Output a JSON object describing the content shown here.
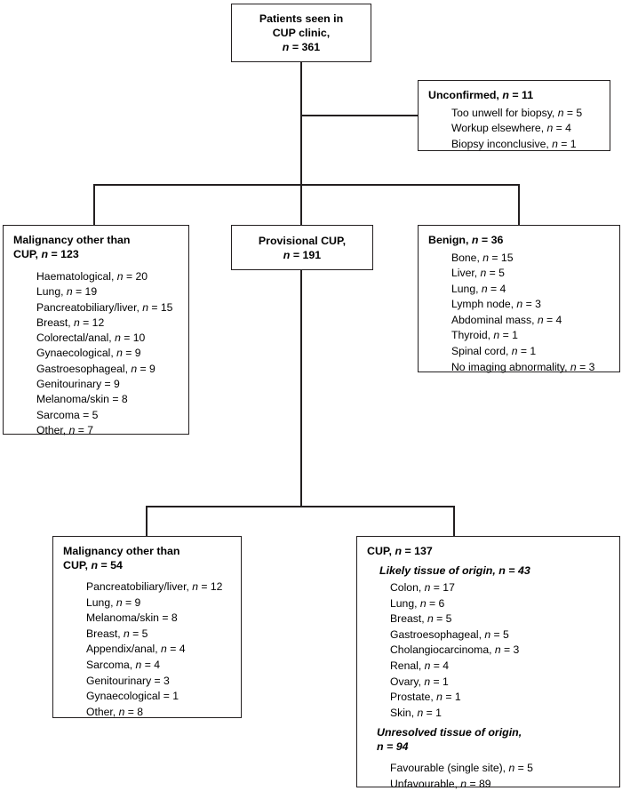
{
  "diagram": {
    "title": "Patient flow through CUP clinic",
    "line_color": "#231f20",
    "background": "#ffffff"
  },
  "nodes": {
    "root": {
      "name": "patients-seen-box",
      "header": "Patients seen in\nCUP clinic,",
      "count_line": "n = 361"
    },
    "unconfirmed": {
      "name": "unconfirmed-box",
      "header": "Unconfirmed, n = 11",
      "items": [
        "Too unwell for biopsy, n = 5",
        "Workup elsewhere, n = 4",
        "Biopsy inconclusive, n = 1"
      ]
    },
    "malignancy_other_123": {
      "name": "malignancy-other-123-box",
      "header": "Malignancy other than\nCUP, n = 123",
      "items": [
        "Haematological, n = 20",
        "Lung, n = 19",
        "Pancreatobiliary/liver, n = 15",
        "Breast, n = 12",
        "Colorectal/anal, n = 10",
        "Gynaecological, n = 9",
        "Gastroesophageal, n = 9",
        "Genitourinary = 9",
        "Melanoma/skin = 8",
        "Sarcoma = 5",
        "Other, n = 7"
      ]
    },
    "provisional_cup": {
      "name": "provisional-cup-box",
      "header": "Provisional CUP,",
      "count_line": "n = 191"
    },
    "benign": {
      "name": "benign-box",
      "header": "Benign, n = 36",
      "items": [
        "Bone, n = 15",
        "Liver, n = 5",
        "Lung, n = 4",
        "Lymph node, n = 3",
        "Abdominal mass, n = 4",
        "Thyroid, n = 1",
        "Spinal cord, n = 1",
        "No imaging abnormality, n = 3"
      ]
    },
    "malignancy_other_54": {
      "name": "malignancy-other-54-box",
      "header": "Malignancy other than\nCUP, n = 54",
      "items": [
        "Pancreatobiliary/liver, n = 12",
        "Lung, n = 9",
        "Melanoma/skin = 8",
        "Breast, n = 5",
        "Appendix/anal, n = 4",
        "Sarcoma, n = 4",
        "Genitourinary = 3",
        "Gynaecological = 1",
        "Other, n = 8"
      ]
    },
    "cup": {
      "name": "cup-137-box",
      "header": "CUP, n = 137",
      "likely_subheader": "Likely tissue of origin, n = 43",
      "likely_items": [
        "Colon, n = 17",
        "Lung, n = 6",
        "Breast, n = 5",
        "Gastroesophageal, n = 5",
        "Cholangiocarcinoma, n = 3",
        "Renal, n = 4",
        "Ovary, n = 1",
        "Prostate, n = 1",
        "Skin, n = 1"
      ],
      "unresolved_subheader": "Unresolved tissue of origin,\nn = 94",
      "unresolved_items": [
        "Favourable (single site), n = 5",
        "Unfavourable, n = 89"
      ]
    }
  }
}
